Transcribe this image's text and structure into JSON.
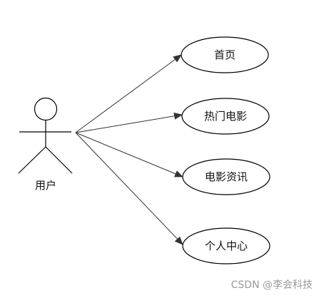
{
  "actor": {
    "name": "用户"
  },
  "use_cases": [
    {
      "label": "首页"
    },
    {
      "label": "热门电影"
    },
    {
      "label": "电影资讯"
    },
    {
      "label": "个人中心"
    }
  ],
  "watermark": "CSDN @李会科技",
  "colors": {
    "stroke": "#000000",
    "edge": "#333333",
    "watermark": "#9a9a9a"
  }
}
